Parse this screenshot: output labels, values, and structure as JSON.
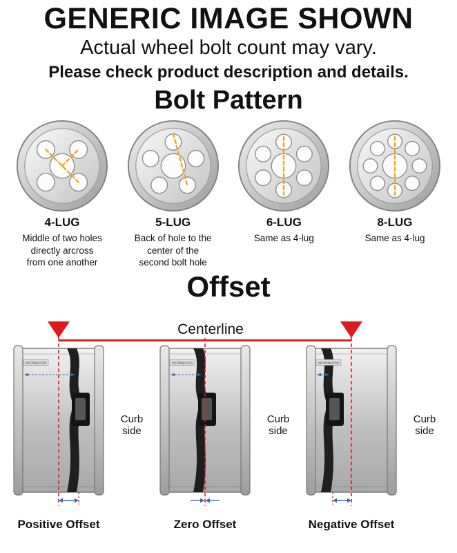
{
  "header": {
    "title": "GENERIC IMAGE SHOWN",
    "subtitle": "Actual wheel bolt count may vary.",
    "note": "Please check product description and details."
  },
  "bolt_pattern": {
    "heading": "Bolt Pattern",
    "items": [
      {
        "label": "4-LUG",
        "holes": 4,
        "description": "Middle of two holes directly arcross from one another"
      },
      {
        "label": "5-LUG",
        "holes": 5,
        "description": "Back of hole to the center of the second bolt hole"
      },
      {
        "label": "6-LUG",
        "holes": 6,
        "description": "Same as 4-lug"
      },
      {
        "label": "8-LUG",
        "holes": 8,
        "description": "Same as 4-lug"
      }
    ]
  },
  "offset": {
    "heading": "Offset",
    "centerline_label": "Centerline",
    "curb_side_label": "Curb side",
    "barrel_text": "INFORMATION",
    "items": [
      {
        "label": "Positive Offset",
        "type": "positive"
      },
      {
        "label": "Zero Offset",
        "type": "zero"
      },
      {
        "label": "Negative Offset",
        "type": "negative"
      }
    ]
  },
  "colors": {
    "accent_red": "#e0191f",
    "measure_orange": "#f2a51e",
    "measure_blue": "#2e6fb0",
    "text": "#111111"
  }
}
